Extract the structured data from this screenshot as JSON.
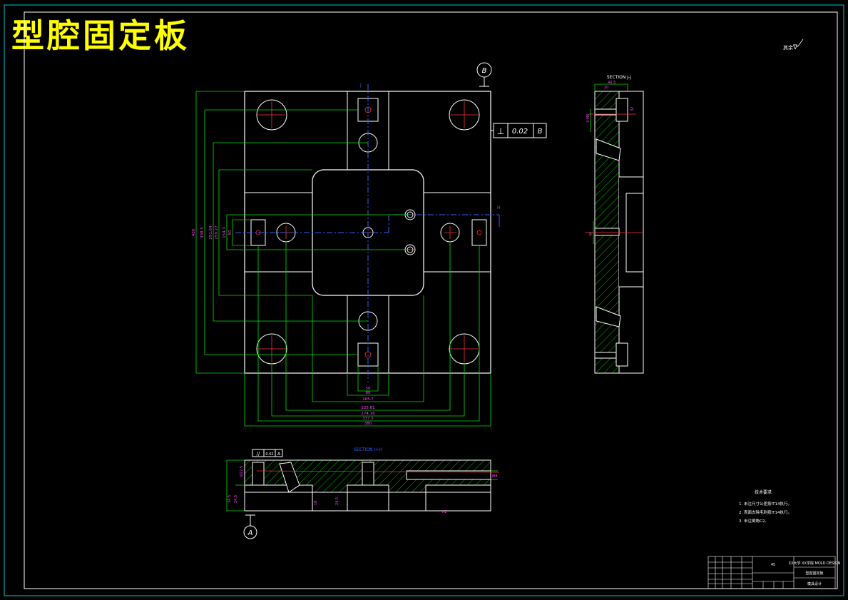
{
  "drawing": {
    "title": "型腔固定板",
    "roughness_note": "其余",
    "roughness_symbol": "∇",
    "section_jj_label": "SECTION J-J",
    "section_hh_label": "SECTION H-H",
    "datum_a": "A",
    "datum_b": "B",
    "tolerance_symbol": "⊥",
    "tolerance_value": "0.02",
    "tolerance_datum": "B",
    "parallel_symbol": "//",
    "section_marker_j": "J",
    "section_marker_h": "H"
  },
  "dimensions": {
    "bottom": [
      "50",
      "80",
      "165.7",
      "225.61",
      "274.16",
      "337.5",
      "380"
    ],
    "left": [
      "400",
      "338.5",
      "291.64",
      "259.27",
      "154.3",
      "50"
    ]
  },
  "notes": {
    "heading": "技术要求",
    "items": [
      "1. 未注尺寸公差按IT14执行。",
      "2. 表面去除毛刺按IT14执行。",
      "3. 未注倒角C2。"
    ]
  },
  "title_block": {
    "material": "45",
    "company": "XX大学 XX学院 MOLD DESIGN",
    "part_name": "型腔固定板",
    "drawing_no": "模具设计"
  }
}
